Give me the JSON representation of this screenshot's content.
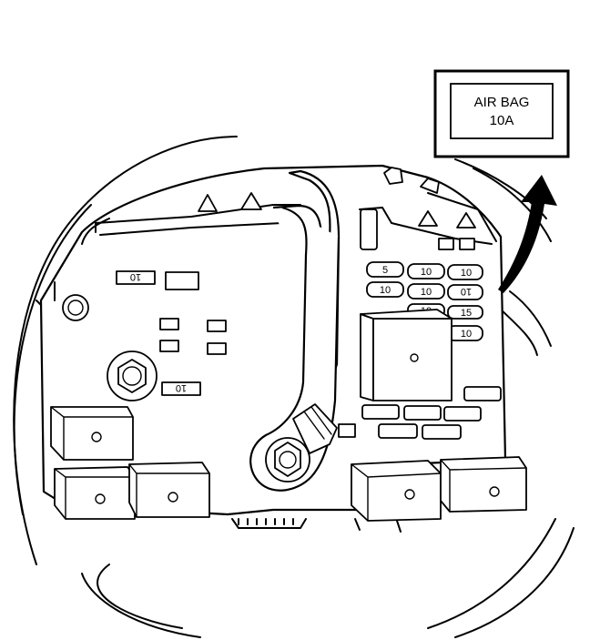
{
  "callout": {
    "line1": "AIR BAG",
    "line2": "10A"
  },
  "fuses": {
    "top_left_1": "10",
    "top_left_2": "10",
    "row1": [
      "5",
      "10",
      "10"
    ],
    "row2": [
      "10",
      "10",
      "10"
    ],
    "row3": [
      "10",
      "15"
    ],
    "row4": "10"
  }
}
